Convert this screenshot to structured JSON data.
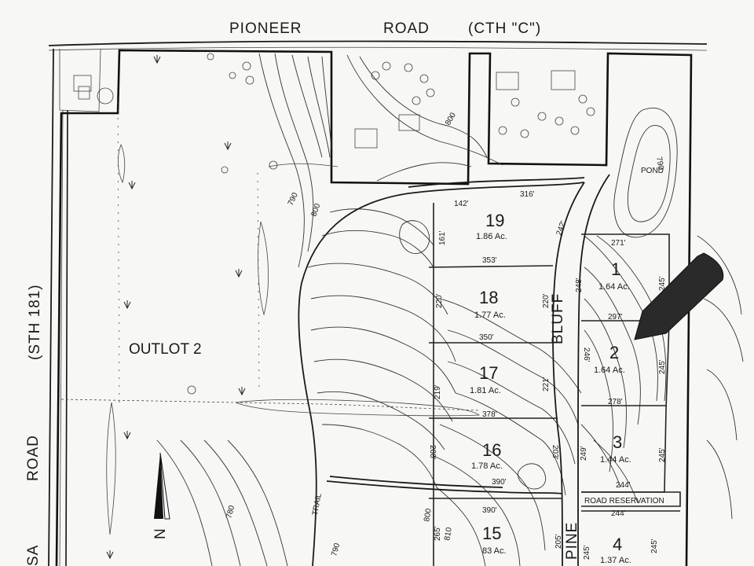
{
  "roads": {
    "pioneer_word1": "PIONEER",
    "pioneer_word2": "ROAD",
    "pioneer_cth": "(CTH \"C\")",
    "sth": "(STH 181)",
    "west_road": "ROAD",
    "west_road_partial": "SA",
    "bluff": "BLUFF",
    "pine": "PINE",
    "road_reservation": "ROAD RESERVATION",
    "trail": "TRAIL"
  },
  "labels": {
    "outlot": "OUTLOT 2",
    "pond": "POND"
  },
  "lots": [
    {
      "number": "19",
      "acres": "1.86 Ac."
    },
    {
      "number": "18",
      "acres": "1.77 Ac."
    },
    {
      "number": "17",
      "acres": "1.81 Ac."
    },
    {
      "number": "16",
      "acres": "1.78 Ac."
    },
    {
      "number": "15",
      "acres": "83 Ac."
    },
    {
      "number": "1",
      "acres": "1.64 Ac."
    },
    {
      "number": "2",
      "acres": "1.64 Ac."
    },
    {
      "number": "3",
      "acres": "1.44 Ac."
    },
    {
      "number": "4",
      "acres": "1.37 Ac."
    }
  ],
  "dimensions": {
    "d142": "142'",
    "d316": "316'",
    "d161": "161'",
    "d242": "242'",
    "d353": "353'",
    "d271": "271'",
    "d248": "248'",
    "d245a": "245'",
    "d220a": "220'",
    "d220b": "220'",
    "d297": "297'",
    "d350": "350'",
    "d246": "246'",
    "d245b": "245'",
    "d219": "219'",
    "d221": "221'",
    "d278": "278'",
    "d378": "378'",
    "d208": "208'",
    "d203": "203'",
    "d249": "249'",
    "d245c": "245'",
    "d390a": "390'",
    "d244a": "244'",
    "d244b": "244'",
    "d390b": "390'",
    "d265": "265'",
    "d205": "205'",
    "d245d": "245'",
    "d245e": "245'"
  },
  "elevations": {
    "e800a": "800",
    "e790a": "790",
    "e800b": "800",
    "e790b": "790",
    "e780": "780",
    "e800c": "800",
    "e810": "810",
    "e790c": "790"
  },
  "north": "N"
}
